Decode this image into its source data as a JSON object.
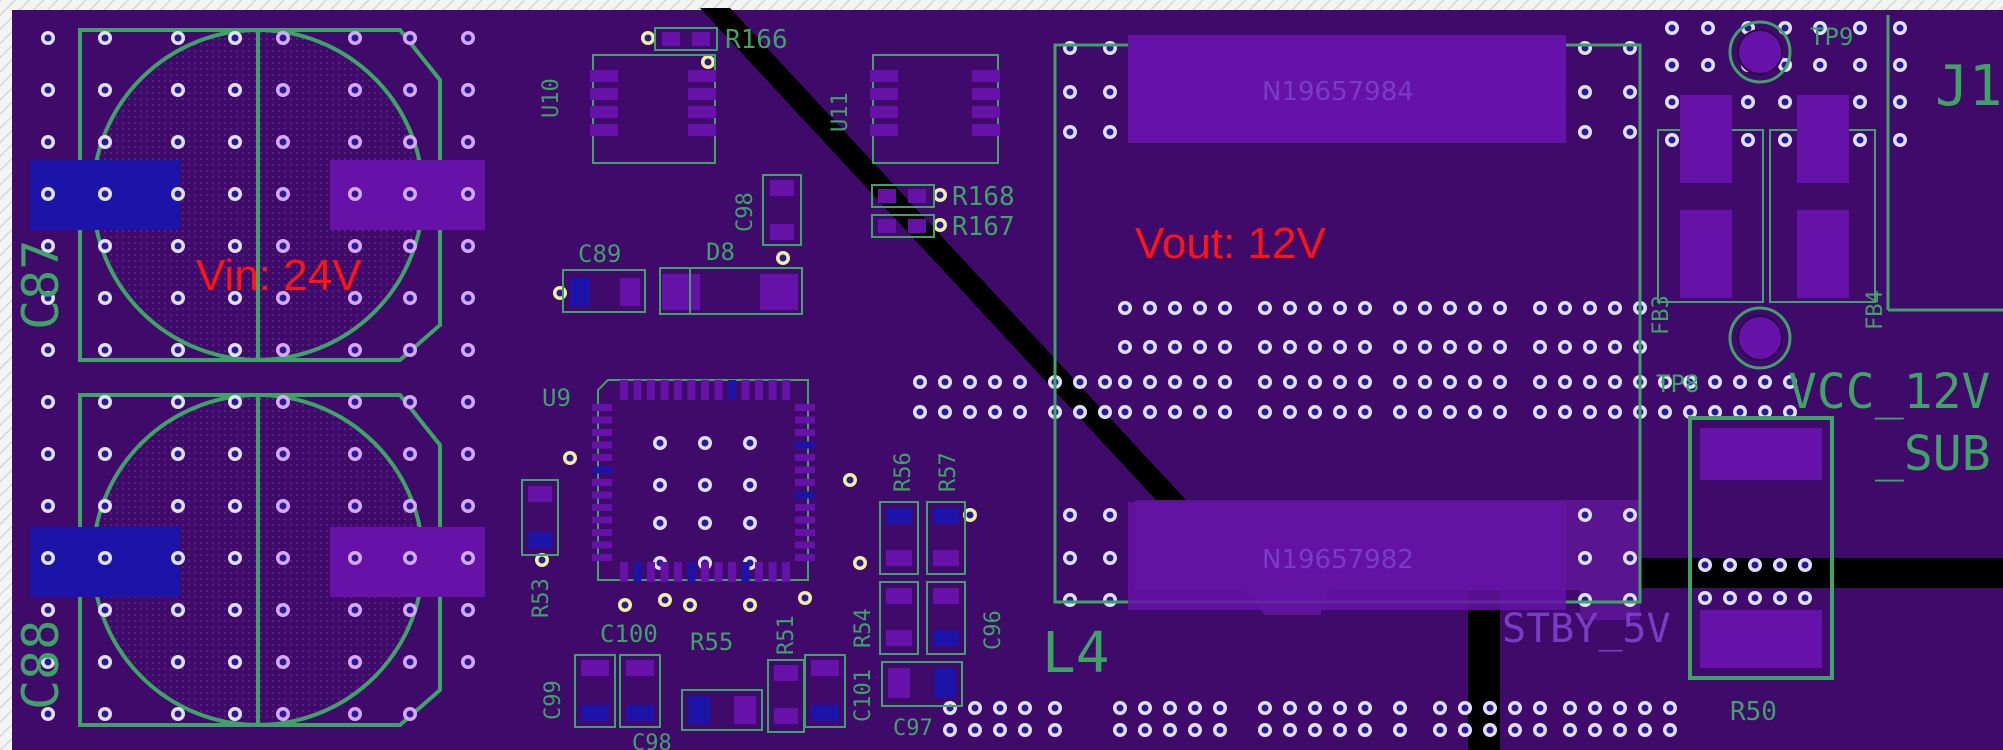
{
  "annotations": {
    "vin": "Vin: 24V",
    "vout": "Vout: 12V"
  },
  "silkscreen": {
    "c87": "C87",
    "c88": "C88",
    "c89": "C89",
    "d8": "D8",
    "c98": "C98",
    "u10": "U10",
    "u11": "U11",
    "u9": "U9",
    "r166": "R166",
    "r168": "R168",
    "r167": "R167",
    "r56": "R56",
    "r57": "R57",
    "r53": "R53",
    "r54": "R54",
    "r51": "R51",
    "r55": "R55",
    "c100": "C100",
    "c99": "C99",
    "c101": "C101",
    "c96": "C96",
    "c97": "C97",
    "c98b": "C98",
    "l4": "L4",
    "tp9": "TP9",
    "tp8": "TP8",
    "j1": "J1",
    "fb3": "FB3",
    "fb4": "FB4",
    "vcc_line1": "VCC_12V",
    "vcc_line2": "_SUB",
    "stby": "STBY_5V",
    "r50": "R50"
  },
  "net_labels": {
    "pad_top": "N19657984",
    "pad_bottom": "N19657982"
  },
  "colors": {
    "board": "#3f0a6a",
    "silk": "#3fa368",
    "copper_trace": "#000000",
    "pad": "#6612a8",
    "pad_blue": "#1c14a8",
    "via_ring": "#e0e0ff",
    "via_hole": "#2a1a8f",
    "annotation": "#ff1414",
    "border": "#e8e8e8"
  }
}
